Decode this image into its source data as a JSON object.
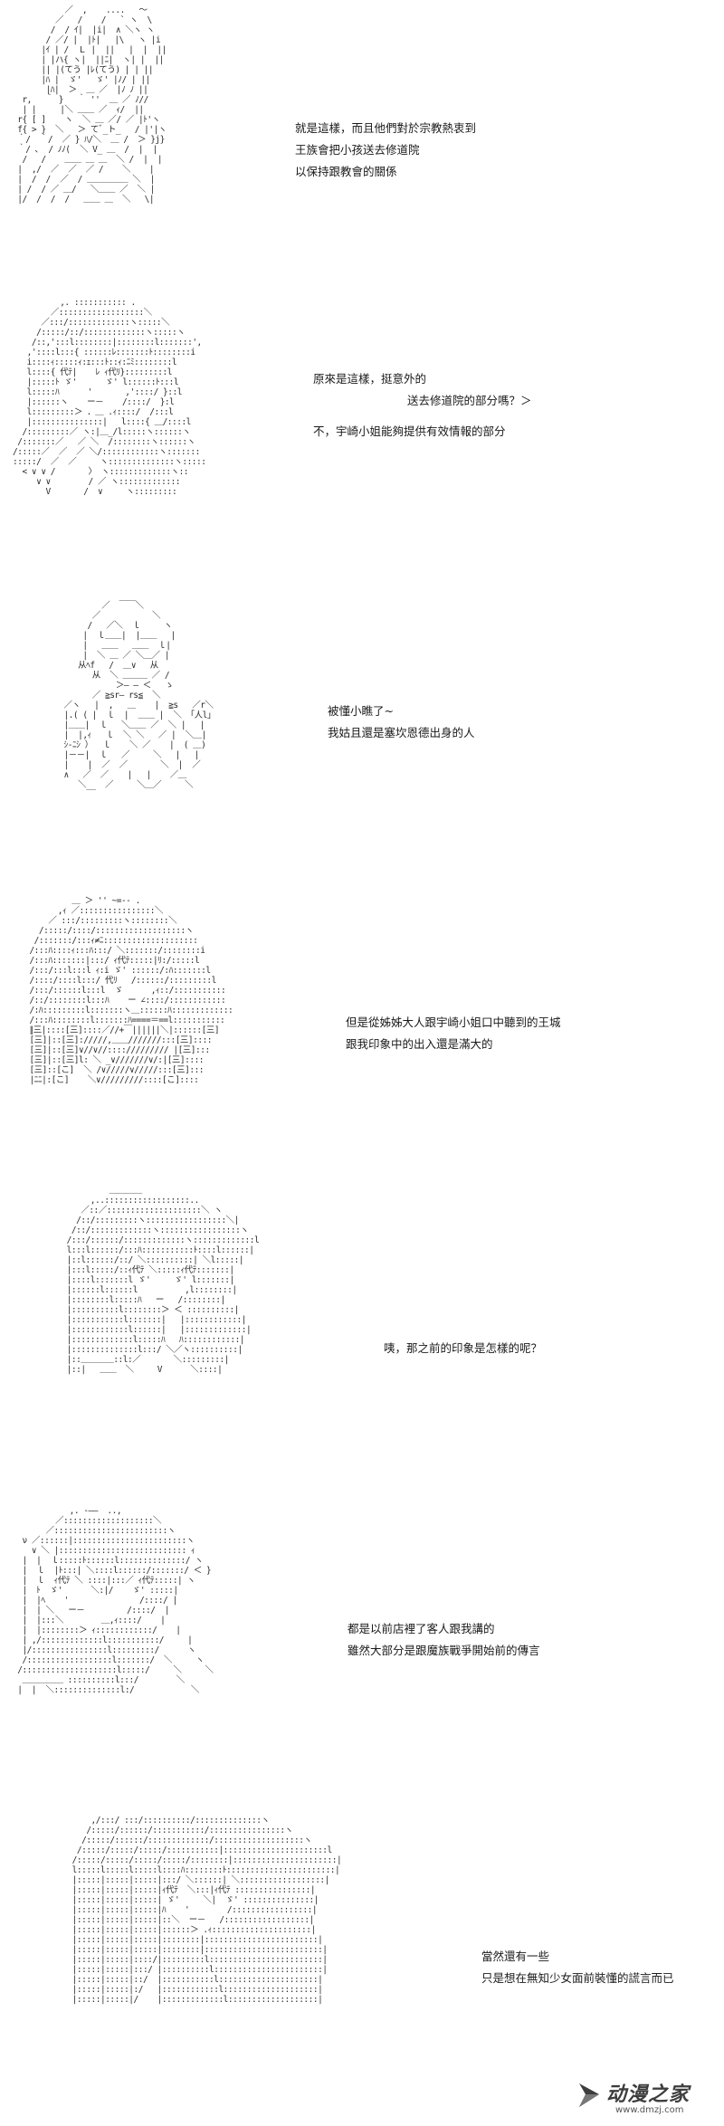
{
  "panels": [
    {
      "id": "p1",
      "lines": [
        "就是這樣，而且他們對於宗教熱衷到",
        "王族會把小孩送去修道院",
        "以保持跟教會的關係"
      ],
      "art": [
        "           ／  ,    ....   ～",
        "         ／   /    /   ` ヽ  \\",
        "        /  / ｲ|  |i|  ∧ ＼ヽ ヽ",
        "       / ／/ |  |ﾄ|   |\\   ヽ |i",
        "      |ｲ | /  Ｌ |  ||   |  |  ||",
        "      | |ハ{ ヽ|  ||ﾆ|  ヽ| |  ||",
        "      || |(てう |ﾚ(てう) | | ||",
        "      |ﾊ |  ゞ'   ゞ' |ﾉ/ | ||",
        "       |ﾊ|  ＞  ＿ ／  |ﾉ ﾉ ||",
        "  r,   ｀ }   ｀ ''  ＿ ／ ﾉ//",
        "  | |     |＼ ＿＿ ／  ｨ/  ||",
        " r{ [ ]    ヽ  ＼ ＿ ／/ ／ |ﾄ'ヽ",
        " f{ > }  ＼   ＞ てﾞ_ト_   / |'|ヽ",
        " ｀/  ｀/  ／ } ﾊ/＼  ＿ /  ＞ }j}",
        " ｀/ ､  / ﾉﾉ(  ＼ V_ ＿  /  |  |",
        "  /   /    ＿＿ ＿ ＿  ＼ /  |  |",
        " |  ,/  ／  ／  ／ /    ＼    |",
        " |  /  /  ／  / ＿＿＿＿＿ ＼  |",
        " | /  / ／ ＿/   ＼＿＿ ／  ＼ |",
        " |/  /  /  /   ＿＿ ＿  ＼   \\|"
      ]
    },
    {
      "id": "p2",
      "lines": [
        "原來是這樣，挺意外的",
        "送去修道院的部分嗎？＞",
        "不，宇崎小姐能夠提供有效情報的部分"
      ],
      "art": [
        "          ,. ::::::::::: .",
        "        ／::::::::::::::::::＼",
        "      ／:::/:::::::::::::ヽ:::::＼",
        "     /:::::/::/:::::::::::::ヽ:::::ヽ",
        "    /::,':::l::::::::|::::::::l:::::::',",
        "   ,'::::l:::{ ::::::ﾚ:::::::ﾄ::::::::i",
        "   i::::ｨ:::::ｨ:ｪ:::ﾄ::ｨ:ﾆﾐ::::::::l",
        "   l::::{ 代ﾃ|    ﾚ ｨ代ﾘ}:::::::::l",
        "   |:::::ﾄ ゞ'      ゞ' l::::::ﾄ:::l",
        "   l:::::ﾊ      '       ,'::::/ }::l",
        "   |::::::ヽ    ー－    /::::/  }:l",
        "   l:::::::::＞ ．＿ .ｨ::::/  /:::l",
        "   |:::::::::::::::|   l::::{ ＿/::::l",
        "  /:::::::::／ ヽ:|＿_/l:::::ヽ::::::ヽ",
        " /:::::::／   ／ ＼  /::::::::ヽ::::::ヽ",
        "/:::::／  ／  ／ ＼/::::::::::::ヽ:::::::",
        ":::::/  ／  ／     ヽ::::::::::::::ヽ:::::",
        "  < ∨ ∨ /       〉 ヽ:::::::::::::ヽ::",
        "     ∨ ∨        / ／ ヽ:::::::::::::",
        "       V       /  ∨     ヽ:::::::::"
      ]
    },
    {
      "id": "p3",
      "lines": [
        "被懂小瞧了~",
        "我姑且還是塞坎恩德出身的人"
      ],
      "art": [
        "          ／  ￣￣＼",
        "        ／           ＼",
        "       /   ／＼  ｌ     ヽ",
        "      |  ｌ＿＿|  |＿＿   |",
        "      |   ＿＿   ＿＿  ｌ|",
        "      |  ＼ ＿ ／ ＼＿／ |",
        "     从ﾍf   /  ＿∨   从",
        "        从  ＼ ＿＿＿ ／ /",
        "             ＞― ― ＜   ゝ",
        "        ／ ≧sr― rs≦  ＼",
        "  ／ヽ   |  ,   ＿    |  ≧s   ／r＼",
        "  |.( ( |  ｌ  |  ＿＿ |  ＼ 「人l」",
        "  |＿＿|  ｌ   ＼＿＿ ／  ＼ |   |",
        "  |  |,ｨ   ｌ  ＼ ＼   ／ |  ＼＿|",
        "  ｼ-ﾆｼ ）  ｌ    ＼ ／    |  ( ＿)",
        "  |－－|  ｌ   ／     ＼   |   |",
        "  |    |  ／  ／       ＼  |  ／",
        "  ∧   ／  ／    |   |    ／＿",
        "     ＼__  ／     ＼＿／     ＼"
      ]
    },
    {
      "id": "p4",
      "lines": [
        "但是從姊姊大人跟宇崎小姐口中聽到的王城",
        "跟我印象中的出入還是滿大的"
      ],
      "art": [
        "           ＿ ＞ '' ~=-- .",
        "        ,ｨ ／::::::::::::::::＼",
        "      ／ :::/:::::::::ヽ::::::::＼",
        "    /:::::/::::/:::::::::::::::::::ヽ",
        "   /:::::::/:::ｨ≠ﾆ::::::::::::::::::::",
        "  /:::ﾊ::::ｨ:::ﾊ:::/ ＼:::::::/::::::::i",
        "  /:::ﾊ:::::::|:::/ ｨ代ﾃ:::::|ﾘ:/:::::l",
        "  /:::/:::l:::l ｨ:i ゞ' ::::::/:ﾊ:::::::l",
        "  /::::/::::l:::/ 代ﾘ   /::::::/:::::::::l",
        "  /:::/::::::l:::l  ゞ      ,ｨ::/:::::::::::",
        "  /::/::::::::l:::ﾊ    ー ∠::::/::::::::::::",
        "  /:ﾊ:::::::::l:::::::ヽ＿::::::ﾊ:::::::::::::",
        "  /:::ﾊ::::::::l:::::::ﾊ====＝==l:::::::::::",
        "  ∥三|::::[三]::::／//+￣||||||＼|::::::[三]",
        "  [三]|::[三]://///,＿＿///////:::[三]::::",
        "  [三]|::[三]∨//∨//::::///////// |[三]:::",
        "  [三]|::[三]l: ＼ _∨///////∨/:|[三]::::",
        "  [三]::[こ]  ＼ /∨/////∨/////:::[三]:::",
        "  |ﾆﾆ|:[こ]    ＼∨/////////::::[こ]::::"
      ]
    },
    {
      "id": "p5",
      "lines": [
        "咦，那之前的印象是怎樣的呢？"
      ],
      "art": [
        "            ＿＿＿＿",
        "        ,..::::::::::::::::::..",
        "      ／::／::::::::::::::::::::＼ ヽ",
        "     /::/:::::::::ヽ:::::::::::::::::＼|",
        "    /::/:::::::::::::ヽ:::::::::::::::::ヽ",
        "   /:::/::::::/:::::::::::::ヽ:::::::::::::l",
        "   l:::l::::::/:::ﾊ:::::::::::ﾄ::::l::::::|",
        "   |::l::::::/::/ ＼::::::::::| ＼l:::::|",
        "   |:::l:::::/::ｨ代ﾃ ＼:::::ｨ代ﾃ:::::::|",
        "   |::::l:::::::l ゞ'     ゞ' l:::::::|",
        "   |::::::l::::::l          ,l::::::::|",
        "   |::::::::l:::::ﾊ   ー   /::::::::|",
        "   |::::::::::l::::::::＞ ＜ ::::::::::|",
        "   |:::::::::::l:::::::|   |::::::::::::|",
        "   |::::::::::::l::::::|   |:::::::::::::|",
        "   |:::::::::::::l:::::ﾊ   ﾊ::::::::::::|",
        "   |::::::::::::::l:::/ ＼／ヽ::::::::::|",
        "   |::＿＿＿＿::l:／       ＼:::::::::|",
        "   |::|   ＿＿  ＼     V      ＼::::|"
      ]
    },
    {
      "id": "p6",
      "lines": [
        "都是以前店裡了客人跟我講的",
        "雖然大部分是跟魔族戰爭開始前的傳言"
      ],
      "art": [
        "            ,. -――  ..,",
        "         ／:::::::::::::::::::＼",
        "       ／::::::::::::::::::::::::ヽ",
        "  ν ／::::::|::::::::::::::::::::::::ヽ",
        "    ∨ ＼ |::::::::::::::::::::::::::: ｨ",
        "  |  |  ｌ:::::ﾄ::::::l::::::::::::::/ ヽ",
        "  |  ｌ  |ﾄ:::| ＼::::l::::::/:::::::/ ＜ }",
        "  |  ｌ  ｨ代ﾃ ＼ ::::|:::／ ｨ代ﾃ:::::| ヽ",
        "  |  ﾄ  ゞ'      ＼:|/    ゞ' :::::|",
        "  |  |ﾍ    '               /::::/ |",
        "  |  | ＼   ー－         /::::/  |",
        "  |  |:::＼        ＿,ｨ::::/    |",
        "  |  |::::::::＞ ｨ::::::::::::/    |",
        "  | ,/:::::::::::::l:::::::::::/     |",
        "  |/::::::::::::::::l:::::::::/      ヽ",
        "  /::::::::::::::::::l:::::::/  ＼     ヽ",
        " /::::::::::::::::::::l:::::/     ＼     ＼",
        "  ＿＿＿＿＿ ::::::::::l:::/        ＼",
        " |  |  ＼::::::::::::::l:/            ＼"
      ]
    },
    {
      "id": "p7",
      "lines": [
        "當然還有一些",
        "只是想在無知少女面前裝懂的謊言而已"
      ],
      "art": [
        "       ,/:::/ :::/::::::::::/::::::::::::::ヽ",
        "      /:::::/::::::/:::::::::::/::::::::::::::::ヽ",
        "     /:::::/::::::/:::::::::::::/:::::::::::::::::::ヽ",
        "    /:::::/:::::/:::::/:::::::::::|::::::::::::::::::::::l",
        "   /:::::/:::::/:::::/:::::/::::::::|::::::::::::::::::::::|",
        "   l:::::l:::::l:::::l::::ﾊ::::::::ﾄ:::::::::::::::::::::::|",
        "   |:::::|:::::|:::::|:::/ ＼::::::| ＼::::::::::::::::::|",
        "   |:::::|:::::|:::::|ｨ代ﾃ  ＼:::|ｨ代ﾃ ::::::::::::::::|",
        "   |:::::|:::::|:::::| ゞ'     ＼|  ゞ' :::::::::::::::|",
        "   |:::::|:::::|:::::|ﾊ    '        /:::::::::::::::::|",
        "   |:::::|:::::|:::::|::＼  ー－   /::::::::::::::::::|",
        "   |:::::|:::::|:::::|::::::＞ .ｨ:::::::::::::::::::::|",
        "   |:::::|:::::|:::::|::::::::|::::::::::::::::::::::::|",
        "   |:::::|:::::|:::::|::::::::|:::::::::::::::::::::::::|",
        "   |:::::|:::::|::::/|:::::::::l::::::::::::::::::::::::|",
        "   |:::::|:::::|:::/ |::::::::::l:::::::::::::::::::::::|",
        "   |:::::|:::::|::/  |:::::::::::l:::::::::::::::::::::|",
        "   |:::::|:::::|:/   |::::::::::::l::::::::::::::::::::|",
        "   |:::::|:::::|/    |:::::::::::::l:::::::::::::::::::|"
      ]
    }
  ],
  "watermark": {
    "site_name": "动漫之家",
    "url": "www.dmzj.com"
  }
}
